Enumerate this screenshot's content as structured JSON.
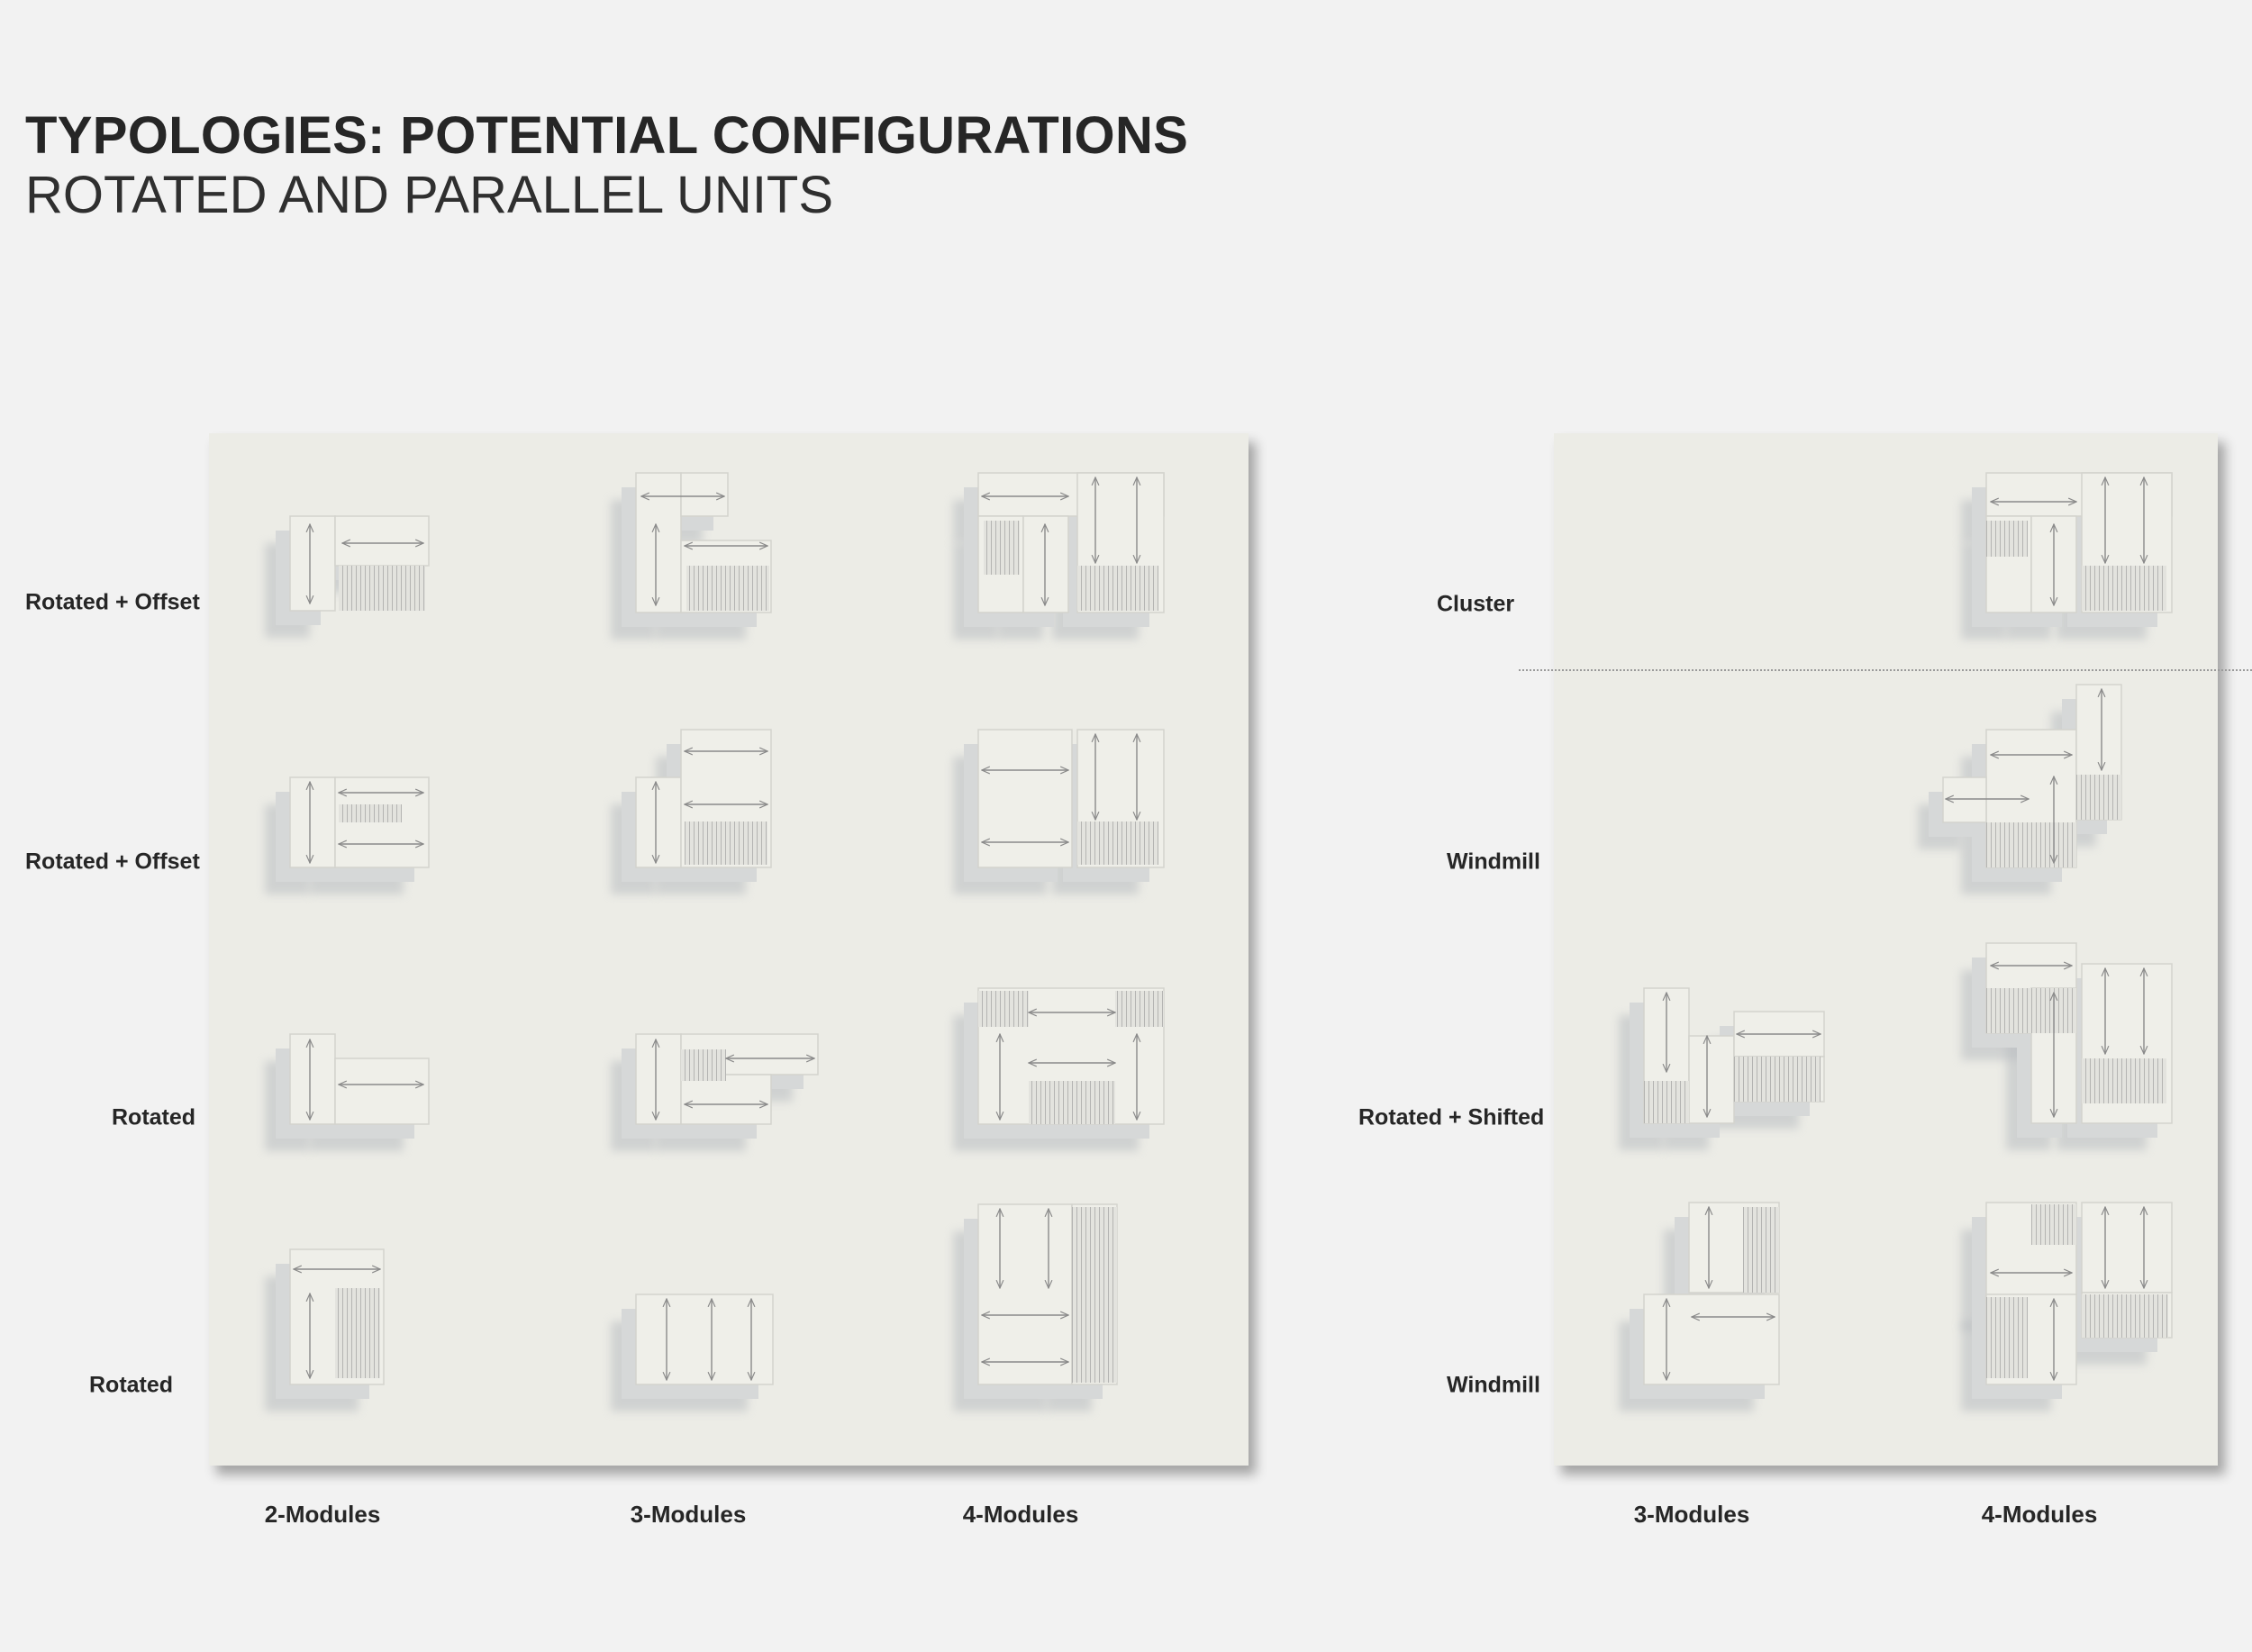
{
  "header": {
    "title": "TYPOLOGIES: POTENTIAL CONFIGURATIONS",
    "subtitle": "ROTATED AND PARALLEL UNITS"
  },
  "left_panel": {
    "row_labels": [
      "Rotated + Offset",
      "Rotated + Offset",
      "Rotated",
      "Rotated"
    ],
    "column_labels": [
      "2-Modules",
      "3-Modules",
      "4-Modules"
    ]
  },
  "right_panel": {
    "row_labels": [
      "Cluster",
      "Windmill",
      "Rotated + Shifted",
      "Windmill"
    ],
    "column_labels": [
      "3-Modules",
      "4-Modules"
    ]
  },
  "colors": {
    "background": "#f2f2f2",
    "panel": "#ecece6",
    "block_face": "#efefe9",
    "block_shadow": "#b8bcc0",
    "hatch": "#9c9c9c",
    "arrow": "#8a8a8a"
  }
}
